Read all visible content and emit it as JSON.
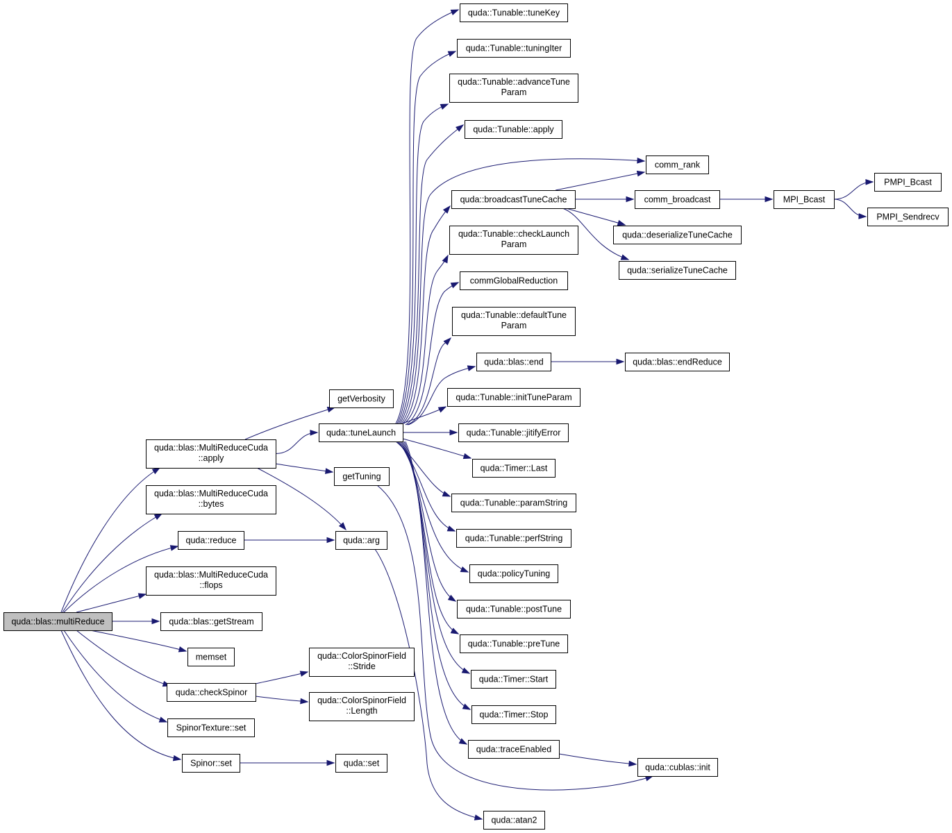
{
  "diagram": {
    "colors": {
      "edge": "#191970",
      "node_border": "#000000",
      "root_fill": "#bfbfbf",
      "background": "#ffffff"
    },
    "nodes": [
      {
        "id": "multiReduce",
        "lines": [
          "quda::blas::multiReduce"
        ],
        "root": true
      },
      {
        "id": "mrc_apply",
        "lines": [
          "quda::blas::MultiReduceCuda",
          "::apply"
        ]
      },
      {
        "id": "mrc_bytes",
        "lines": [
          "quda::blas::MultiReduceCuda",
          "::bytes"
        ]
      },
      {
        "id": "reduce",
        "lines": [
          "quda::reduce"
        ]
      },
      {
        "id": "mrc_flops",
        "lines": [
          "quda::blas::MultiReduceCuda",
          "::flops"
        ]
      },
      {
        "id": "getStream",
        "lines": [
          "quda::blas::getStream"
        ]
      },
      {
        "id": "memset",
        "lines": [
          "memset"
        ]
      },
      {
        "id": "checkSpinor",
        "lines": [
          "quda::checkSpinor"
        ]
      },
      {
        "id": "spinortex_set",
        "lines": [
          "SpinorTexture::set"
        ]
      },
      {
        "id": "spinor_set",
        "lines": [
          "Spinor::set"
        ]
      },
      {
        "id": "getVerbosity",
        "lines": [
          "getVerbosity"
        ]
      },
      {
        "id": "tuneLaunch",
        "lines": [
          "quda::tuneLaunch"
        ]
      },
      {
        "id": "getTuning",
        "lines": [
          "getTuning"
        ]
      },
      {
        "id": "arg",
        "lines": [
          "quda::arg"
        ]
      },
      {
        "id": "csf_stride",
        "lines": [
          "quda::ColorSpinorField",
          "::Stride"
        ]
      },
      {
        "id": "csf_length",
        "lines": [
          "quda::ColorSpinorField",
          "::Length"
        ]
      },
      {
        "id": "quda_set",
        "lines": [
          "quda::set"
        ]
      },
      {
        "id": "tuneKey",
        "lines": [
          "quda::Tunable::tuneKey"
        ]
      },
      {
        "id": "tuningIter",
        "lines": [
          "quda::Tunable::tuningIter"
        ]
      },
      {
        "id": "advanceTuneParam",
        "lines": [
          "quda::Tunable::advanceTune",
          "Param"
        ]
      },
      {
        "id": "t_apply",
        "lines": [
          "quda::Tunable::apply"
        ]
      },
      {
        "id": "broadcastTuneCache",
        "lines": [
          "quda::broadcastTuneCache"
        ]
      },
      {
        "id": "checkLaunchParam",
        "lines": [
          "quda::Tunable::checkLaunch",
          "Param"
        ]
      },
      {
        "id": "commGlobalReduction",
        "lines": [
          "commGlobalReduction"
        ]
      },
      {
        "id": "defaultTuneParam",
        "lines": [
          "quda::Tunable::defaultTune",
          "Param"
        ]
      },
      {
        "id": "blas_end",
        "lines": [
          "quda::blas::end"
        ]
      },
      {
        "id": "initTuneParam",
        "lines": [
          "quda::Tunable::initTuneParam"
        ]
      },
      {
        "id": "jitifyError",
        "lines": [
          "quda::Tunable::jitifyError"
        ]
      },
      {
        "id": "timer_last",
        "lines": [
          "quda::Timer::Last"
        ]
      },
      {
        "id": "paramString",
        "lines": [
          "quda::Tunable::paramString"
        ]
      },
      {
        "id": "perfString",
        "lines": [
          "quda::Tunable::perfString"
        ]
      },
      {
        "id": "policyTuning",
        "lines": [
          "quda::policyTuning"
        ]
      },
      {
        "id": "postTune",
        "lines": [
          "quda::Tunable::postTune"
        ]
      },
      {
        "id": "preTune",
        "lines": [
          "quda::Tunable::preTune"
        ]
      },
      {
        "id": "timer_start",
        "lines": [
          "quda::Timer::Start"
        ]
      },
      {
        "id": "timer_stop",
        "lines": [
          "quda::Timer::Stop"
        ]
      },
      {
        "id": "traceEnabled",
        "lines": [
          "quda::traceEnabled"
        ]
      },
      {
        "id": "atan2",
        "lines": [
          "quda::atan2"
        ]
      },
      {
        "id": "comm_rank",
        "lines": [
          "comm_rank"
        ]
      },
      {
        "id": "comm_broadcast",
        "lines": [
          "comm_broadcast"
        ]
      },
      {
        "id": "deserializeTuneCache",
        "lines": [
          "quda::deserializeTuneCache"
        ]
      },
      {
        "id": "serializeTuneCache",
        "lines": [
          "quda::serializeTuneCache"
        ]
      },
      {
        "id": "endReduce",
        "lines": [
          "quda::blas::endReduce"
        ]
      },
      {
        "id": "cublas_init",
        "lines": [
          "quda::cublas::init"
        ]
      },
      {
        "id": "mpi_bcast",
        "lines": [
          "MPI_Bcast"
        ]
      },
      {
        "id": "pmpi_bcast",
        "lines": [
          "PMPI_Bcast"
        ]
      },
      {
        "id": "pmpi_sendrecv",
        "lines": [
          "PMPI_Sendrecv"
        ]
      }
    ],
    "edges": [
      {
        "from": "multiReduce",
        "to": "mrc_apply"
      },
      {
        "from": "multiReduce",
        "to": "mrc_bytes"
      },
      {
        "from": "multiReduce",
        "to": "reduce"
      },
      {
        "from": "multiReduce",
        "to": "mrc_flops"
      },
      {
        "from": "multiReduce",
        "to": "getStream"
      },
      {
        "from": "multiReduce",
        "to": "memset"
      },
      {
        "from": "multiReduce",
        "to": "checkSpinor"
      },
      {
        "from": "multiReduce",
        "to": "spinortex_set"
      },
      {
        "from": "multiReduce",
        "to": "spinor_set"
      },
      {
        "from": "mrc_apply",
        "to": "getVerbosity"
      },
      {
        "from": "mrc_apply",
        "to": "tuneLaunch"
      },
      {
        "from": "mrc_apply",
        "to": "getTuning"
      },
      {
        "from": "mrc_apply",
        "to": "arg"
      },
      {
        "from": "reduce",
        "to": "arg"
      },
      {
        "from": "checkSpinor",
        "to": "csf_stride"
      },
      {
        "from": "checkSpinor",
        "to": "csf_length"
      },
      {
        "from": "spinor_set",
        "to": "quda_set"
      },
      {
        "from": "tuneLaunch",
        "to": "tuneKey"
      },
      {
        "from": "tuneLaunch",
        "to": "tuningIter"
      },
      {
        "from": "tuneLaunch",
        "to": "advanceTuneParam"
      },
      {
        "from": "tuneLaunch",
        "to": "t_apply"
      },
      {
        "from": "tuneLaunch",
        "to": "comm_rank"
      },
      {
        "from": "tuneLaunch",
        "to": "broadcastTuneCache"
      },
      {
        "from": "tuneLaunch",
        "to": "checkLaunchParam"
      },
      {
        "from": "tuneLaunch",
        "to": "commGlobalReduction"
      },
      {
        "from": "tuneLaunch",
        "to": "defaultTuneParam"
      },
      {
        "from": "tuneLaunch",
        "to": "blas_end"
      },
      {
        "from": "tuneLaunch",
        "to": "initTuneParam"
      },
      {
        "from": "tuneLaunch",
        "to": "jitifyError"
      },
      {
        "from": "tuneLaunch",
        "to": "timer_last"
      },
      {
        "from": "tuneLaunch",
        "to": "paramString"
      },
      {
        "from": "tuneLaunch",
        "to": "perfString"
      },
      {
        "from": "tuneLaunch",
        "to": "policyTuning"
      },
      {
        "from": "tuneLaunch",
        "to": "postTune"
      },
      {
        "from": "tuneLaunch",
        "to": "preTune"
      },
      {
        "from": "tuneLaunch",
        "to": "timer_start"
      },
      {
        "from": "tuneLaunch",
        "to": "timer_stop"
      },
      {
        "from": "tuneLaunch",
        "to": "traceEnabled"
      },
      {
        "from": "getTuning",
        "to": "cublas_init"
      },
      {
        "from": "arg",
        "to": "atan2"
      },
      {
        "from": "broadcastTuneCache",
        "to": "comm_rank"
      },
      {
        "from": "broadcastTuneCache",
        "to": "comm_broadcast"
      },
      {
        "from": "broadcastTuneCache",
        "to": "deserializeTuneCache"
      },
      {
        "from": "broadcastTuneCache",
        "to": "serializeTuneCache"
      },
      {
        "from": "blas_end",
        "to": "endReduce"
      },
      {
        "from": "traceEnabled",
        "to": "cublas_init"
      },
      {
        "from": "comm_broadcast",
        "to": "mpi_bcast"
      },
      {
        "from": "mpi_bcast",
        "to": "pmpi_bcast"
      },
      {
        "from": "mpi_bcast",
        "to": "pmpi_sendrecv"
      }
    ]
  }
}
